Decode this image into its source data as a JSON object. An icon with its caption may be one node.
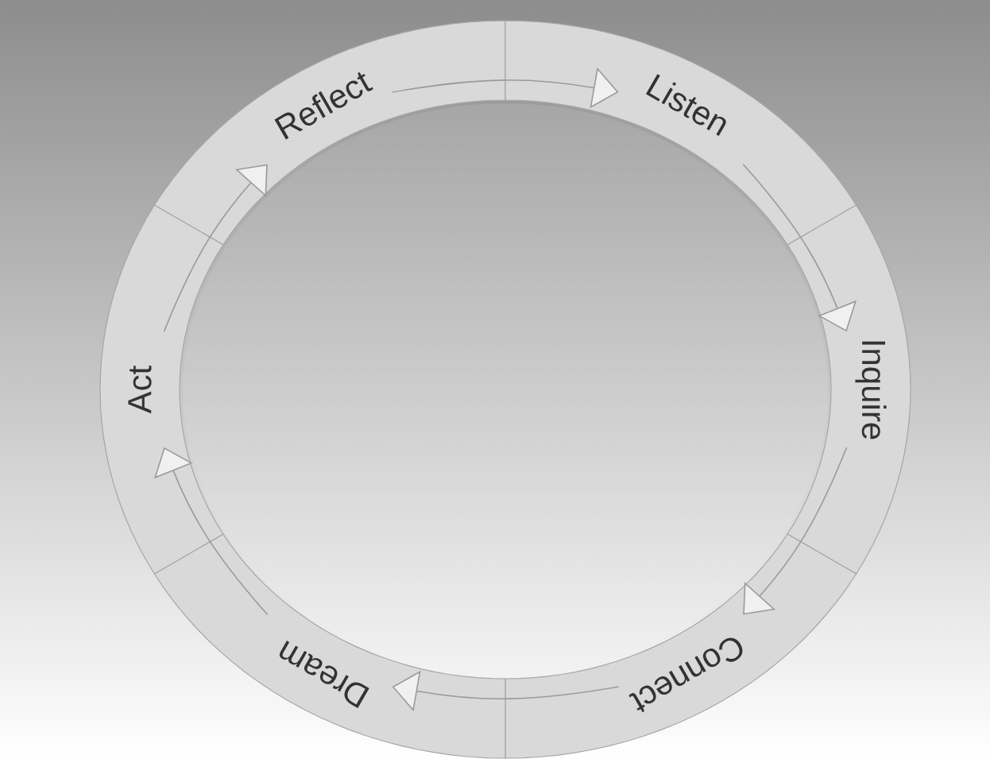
{
  "diagram": {
    "nodes": [
      {
        "text": [
          "Reflect"
        ]
      },
      {
        "text": [
          "Listen"
        ]
      },
      {
        "text": [
          "Inquire"
        ]
      },
      {
        "text": [
          "Connect"
        ]
      },
      {
        "text": [
          "Dream"
        ]
      },
      {
        "text": [
          "Act"
        ]
      }
    ],
    "edges": [
      {
        "from": 0,
        "to": 1,
        "arrow": "to"
      },
      {
        "from": 1,
        "to": 2,
        "arrow": "to"
      },
      {
        "from": 2,
        "to": 3,
        "arrow": "to"
      },
      {
        "from": 3,
        "to": 4,
        "arrow": "to"
      },
      {
        "from": 4,
        "to": 5,
        "arrow": "to"
      },
      {
        "from": 5,
        "to": 0,
        "arrow": "to"
      }
    ]
  }
}
